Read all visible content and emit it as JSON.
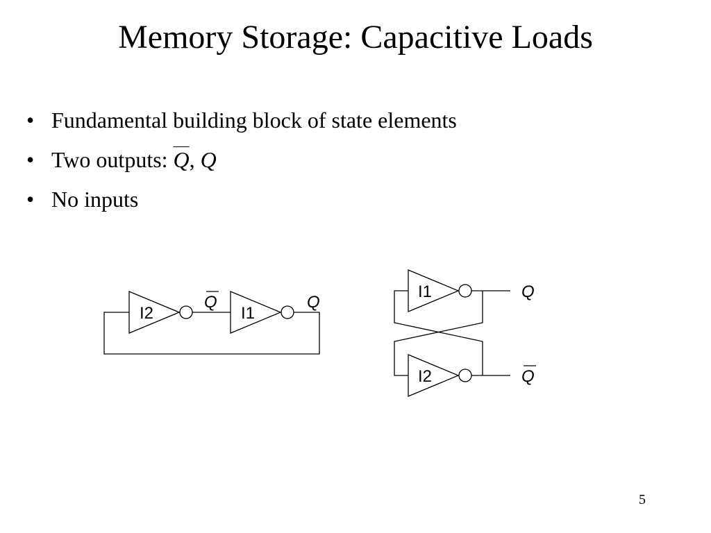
{
  "slide": {
    "title": "Memory Storage: Capacitive Loads",
    "bullets": [
      {
        "text": "Fundamental building block of state elements"
      },
      {
        "prefix": "Two outputs: ",
        "q_bar": "Q",
        "sep": ", ",
        "q": "Q"
      },
      {
        "text": "No inputs"
      }
    ],
    "page_number": "5"
  },
  "diagram_left": {
    "inverter_a": "I2",
    "inverter_b": "I1",
    "node_mid": "Q",
    "node_out": "Q"
  },
  "diagram_right": {
    "inverter_top": "I1",
    "inverter_bottom": "I2",
    "out_top": "Q",
    "out_bottom": "Q"
  }
}
